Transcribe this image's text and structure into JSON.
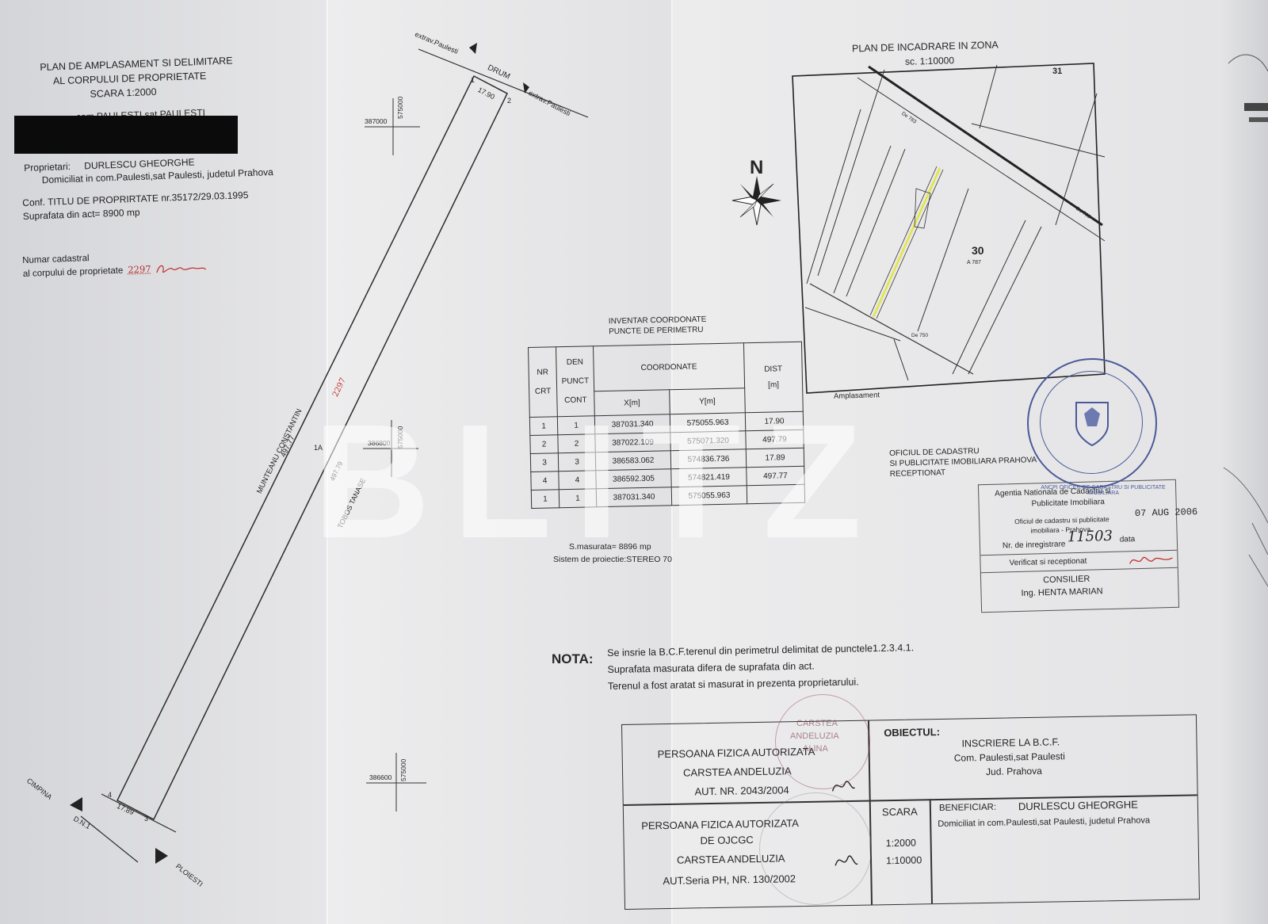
{
  "header": {
    "title1": "PLAN DE AMPLASAMENT SI DELIMITARE",
    "title2": "AL CORPULUI DE PROPRIETATE",
    "scale": "SCARA  1:2000",
    "redacted_fragment": "...com PAULESTI,sat PAULESTI",
    "owner_label": "Proprietari:",
    "owner_name": "DURLESCU GHEORGHE",
    "domicile": "Domiciliat in com.Paulesti,sat Paulesti, judetul Prahova",
    "title_deed": "Conf. TITLU DE PROPRIRTATE nr.35172/29.03.1995",
    "area_act": "Suprafata din act= 8900 mp",
    "cadastral_label1": "Numar cadastral",
    "cadastral_label2": "al corpului de proprietate",
    "cadastral_number": "2297"
  },
  "plan": {
    "road_label": "DRUM",
    "extrav_left": "extrav.Paulesti",
    "extrav_right": "extrav.Paulesti",
    "top_dist": "17.90",
    "pt1": "1",
    "pt2": "2",
    "pt3": "3",
    "pt4": "4",
    "bottom_dist": "17.89",
    "neighbor_left": "MUNTEANU CONSTANTIN",
    "neighbor_left_dist": "497.77",
    "neighbor_right": "TOBOS TANASE",
    "right_dist": "497.79",
    "parcel": "1A",
    "parcel_handwritten": "2297",
    "dn_label": "D.N.1",
    "city_left": "CIMPINA",
    "city_right": "PLOIESTI",
    "grid": [
      {
        "x": "387000",
        "y": "575000"
      },
      {
        "x": "386800",
        "y": "575000"
      },
      {
        "x": "386600",
        "y": "575000"
      }
    ]
  },
  "north": "N",
  "zone_plan": {
    "title": "PLAN DE INCADRARE IN ZONA",
    "scale": "sc. 1:10000",
    "block_31": "31",
    "block_30": "30",
    "a787": "A 787",
    "de_top": "De 783",
    "de_right": "De 783",
    "de_bottom": "De 750",
    "amplasament": "Amplasament"
  },
  "inventory": {
    "title1": "INVENTAR COORDONATE",
    "title2": "PUNCTE DE PERIMETRU",
    "headers": {
      "nr": "NR",
      "crt": "CRT",
      "den": "DEN",
      "punct": "PUNCT",
      "cont": "CONT",
      "coord": "COORDONATE",
      "x": "X[m]",
      "y": "Y[m]",
      "dist": "DIST",
      "m": "[m]"
    },
    "rows": [
      {
        "nr": "1",
        "pt": "1",
        "x": "387031.340",
        "y": "575055.963",
        "dist": "17.90"
      },
      {
        "nr": "2",
        "pt": "2",
        "x": "387022.109",
        "y": "575071.320",
        "dist": "497.79"
      },
      {
        "nr": "3",
        "pt": "3",
        "x": "386583.062",
        "y": "574836.736",
        "dist": "17.89"
      },
      {
        "nr": "4",
        "pt": "4",
        "x": "386592.305",
        "y": "574821.419",
        "dist": "497.77"
      },
      {
        "nr": "1",
        "pt": "1",
        "x": "387031.340",
        "y": "575055.963",
        "dist": ""
      }
    ],
    "area_measured": "S.masurata= 8896 mp",
    "projection": "Sistem de proiectie:STEREO 70"
  },
  "office": {
    "line1": "OFICIUL DE CADASTRU",
    "line2": "SI PUBLICITATE IMOBILIARA PRAHOVA",
    "line3": "RECEPTIONAT",
    "agency1": "Agentia Nationala de Cadastru si",
    "agency2": "Publicitate Imobiliara",
    "oficiul": "Oficiul de cadastru si publicitate",
    "oficiul2": "imobiliara - Prahova",
    "date": "07 AUG 2006",
    "reg_label": "Nr. de inregistrare",
    "reg_number": "11503",
    "data_label": "data",
    "verified": "Verificat si receptionat",
    "consilier": "CONSILIER",
    "engineer": "Ing. HENTA MARIAN"
  },
  "nota": {
    "label": "NOTA:",
    "line1": "Se insrie la B.C.F.terenul din perimetrul delimitat de punctele1.2.3.4.1.",
    "line2": "Suprafata masurata difera de suprafata din act.",
    "line3": "Terenul a fost aratat si masurat in prezenta proprietarului."
  },
  "titleblock": {
    "pfa1": "PERSOANA FIZICA AUTORIZATA",
    "name1": "CARSTEA ANDELUZIA",
    "aut1": "AUT. NR. 2043/2004",
    "obiectul_label": "OBIECTUL:",
    "obiectul1": "INSCRIERE LA B.C.F.",
    "obiectul2": "Com. Paulesti,sat Paulesti",
    "obiectul3": "Jud. Prahova",
    "pfa2": "PERSOANA FIZICA AUTORIZATA",
    "de_ojcgc": "DE OJCGC",
    "name2": "CARSTEA ANDELUZIA",
    "aut2": "AUT.Seria PH, NR. 130/2002",
    "scara_label": "SCARA",
    "scara1": "1:2000",
    "scara2": "1:10000",
    "benef_label": "BENEFICIAR:",
    "benef_name": "DURLESCU GHEORGHE",
    "benef_dom": "Domiciliat in com.Paulesti,sat Paulesti, judetul Prahova"
  },
  "stamps": {
    "round_text": "ANCPI OFICIUL DE CADASTRU SI PUBLICITATE IMOBILIARA",
    "seal_name1": "CARSTEA",
    "seal_name2": "ANDELUZIA",
    "seal_name3": "ALINA"
  },
  "watermark": "BLITZ",
  "colors": {
    "paper": "#e6e6e8",
    "ink": "#262626",
    "stamp_blue": "#4a5a98",
    "stamp_red": "#c0302c",
    "highlight": "#e2e63a"
  }
}
